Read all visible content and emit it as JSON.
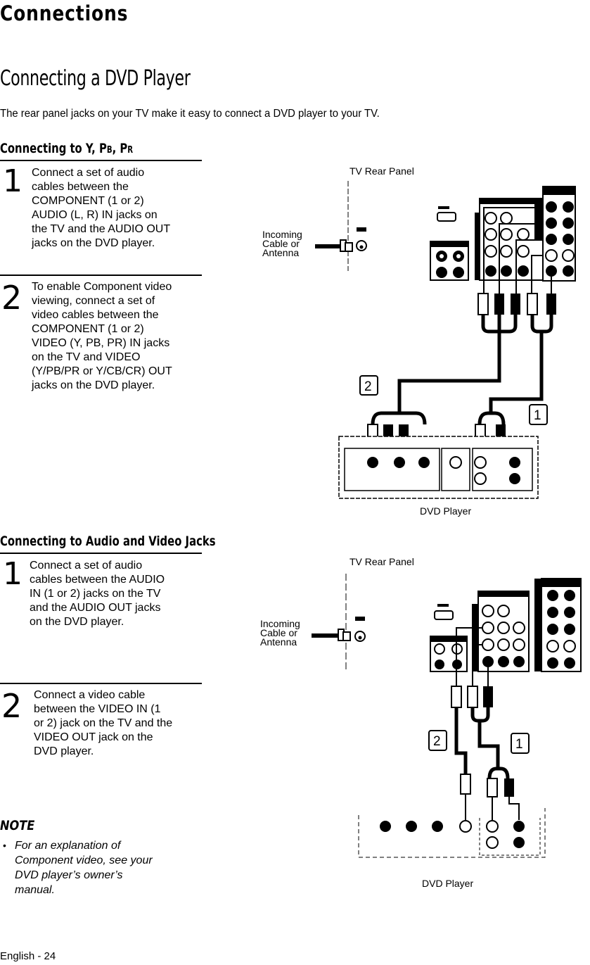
{
  "page": {
    "title": "Connections",
    "subtitle": "Connecting a DVD Player",
    "intro": "The rear panel jacks on your TV make it easy to connect a DVD player to your TV.",
    "footer": "English - 24"
  },
  "section1": {
    "title": "Connecting to Y, PB, PR",
    "title_parts": [
      "Connecting to Y, P",
      "B",
      ", P",
      "R"
    ],
    "steps": [
      {
        "num": "1",
        "lines": [
          "Connect a set of audio",
          "cables between the",
          "COMPONENT (1 or 2)",
          "AUDIO (L, R) IN jacks on",
          "the TV and the AUDIO OUT",
          "jacks on the DVD player."
        ]
      },
      {
        "num": "2",
        "lines": [
          "To enable Component video",
          "viewing, connect a set of",
          "video cables between the",
          "COMPONENT (1 or 2)",
          "VIDEO (Y, PB, PR) IN jacks",
          "on the TV and VIDEO",
          "(Y/PB/PR or Y/CB/CR) OUT",
          "jacks on the DVD player."
        ]
      }
    ],
    "diagram": {
      "tv_label": "TV Rear Panel",
      "incoming_label": [
        "Incoming",
        "Cable or",
        "Antenna"
      ],
      "dvd_label": "DVD Player",
      "callouts": [
        "2",
        "1"
      ]
    }
  },
  "section2": {
    "title": "Connecting to Audio and Video Jacks",
    "steps": [
      {
        "num": "1",
        "lines": [
          "Connect a set of audio",
          "cables between the AUDIO",
          "IN (1 or 2) jacks on the TV",
          "and the AUDIO OUT jacks",
          "on the DVD player."
        ]
      },
      {
        "num": "2",
        "lines": [
          "Connect a video cable",
          "between the VIDEO IN (1",
          "or 2) jack on the TV and the",
          "VIDEO OUT jack on the",
          "DVD player."
        ]
      }
    ],
    "diagram": {
      "tv_label": "TV Rear Panel",
      "incoming_label": [
        "Incoming",
        "Cable or",
        "Antenna"
      ],
      "dvd_label": "DVD Player",
      "callouts": [
        "2",
        "1"
      ]
    }
  },
  "note": {
    "title": "NOTE",
    "bullet": "•",
    "lines": [
      "For an explanation of",
      "Component video, see your",
      "DVD player’s owner’s",
      "manual."
    ]
  }
}
